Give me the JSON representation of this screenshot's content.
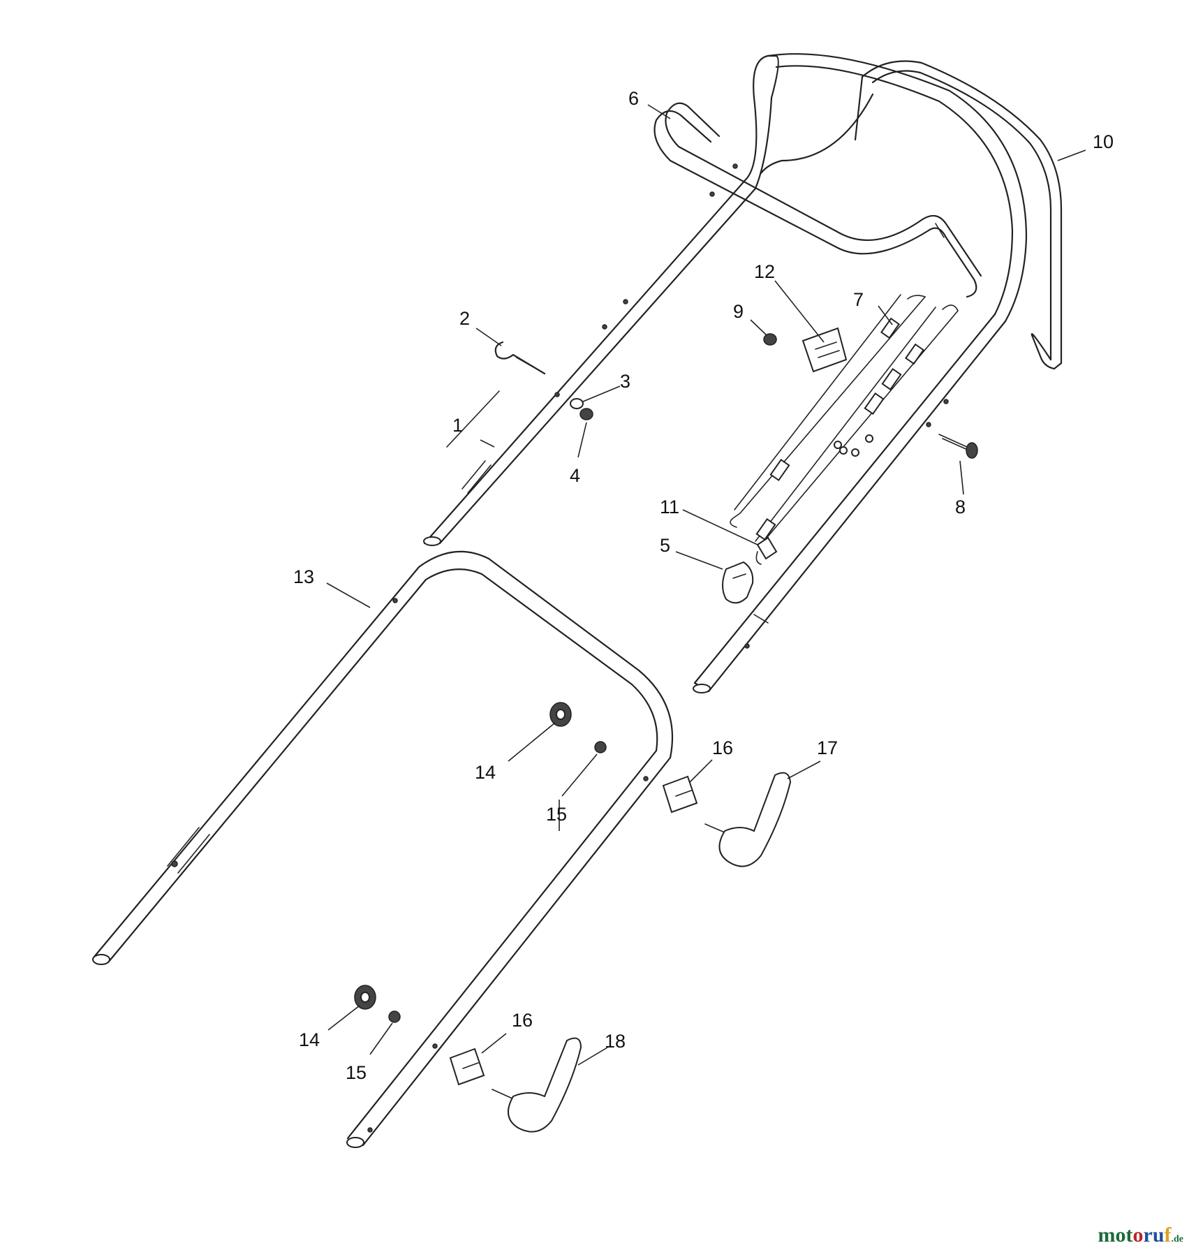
{
  "callouts": [
    {
      "id": "c1",
      "label": "1"
    },
    {
      "id": "c2",
      "label": "2"
    },
    {
      "id": "c3",
      "label": "3"
    },
    {
      "id": "c4",
      "label": "4"
    },
    {
      "id": "c5",
      "label": "5"
    },
    {
      "id": "c6",
      "label": "6"
    },
    {
      "id": "c7",
      "label": "7"
    },
    {
      "id": "c8",
      "label": "8"
    },
    {
      "id": "c9",
      "label": "9"
    },
    {
      "id": "c10",
      "label": "10"
    },
    {
      "id": "c11",
      "label": "11"
    },
    {
      "id": "c12",
      "label": "12"
    },
    {
      "id": "c13",
      "label": "13"
    },
    {
      "id": "c14a",
      "label": "14"
    },
    {
      "id": "c15a",
      "label": "15"
    },
    {
      "id": "c16a",
      "label": "16"
    },
    {
      "id": "c17",
      "label": "17"
    },
    {
      "id": "c14b",
      "label": "14"
    },
    {
      "id": "c15b",
      "label": "15"
    },
    {
      "id": "c16b",
      "label": "16"
    },
    {
      "id": "c18",
      "label": "18"
    }
  ],
  "watermark": {
    "p1": "mot",
    "p2": "o",
    "p3": "ru",
    "p4": "f",
    "suffix": ".de"
  }
}
